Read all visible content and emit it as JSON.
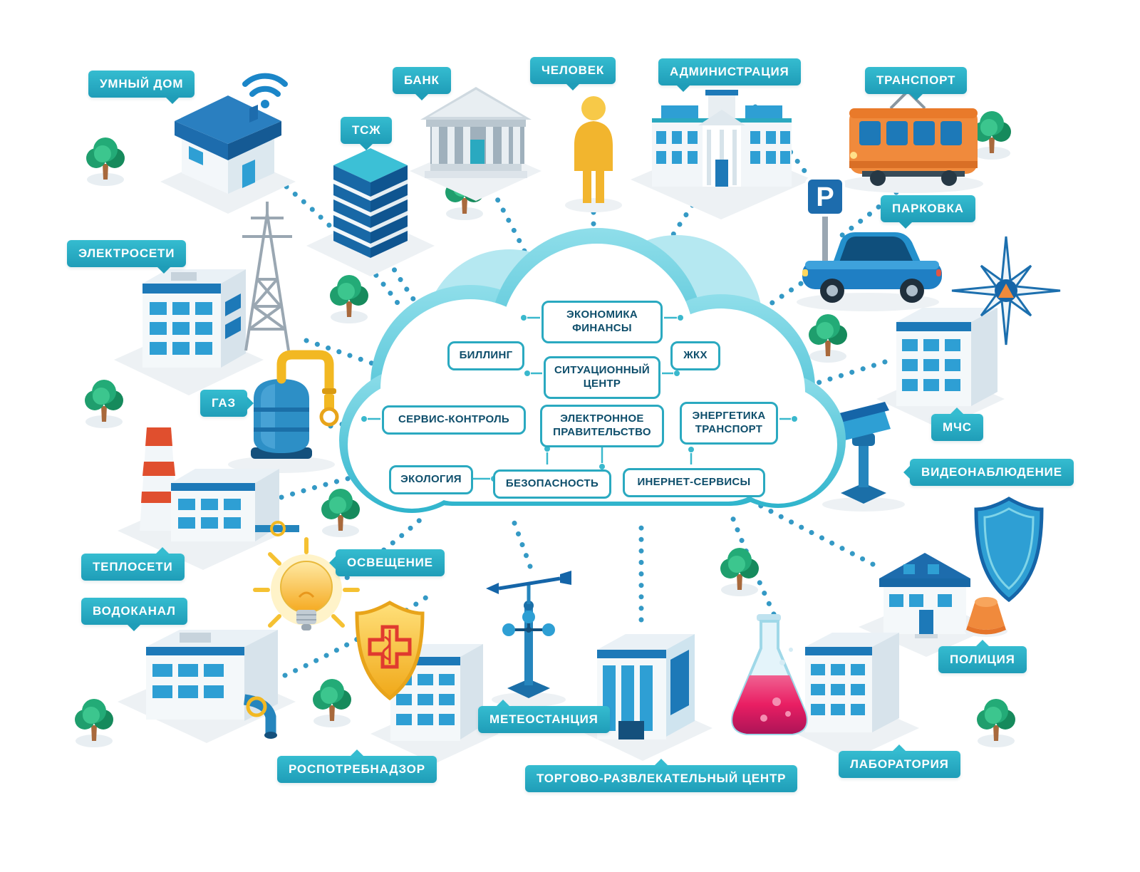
{
  "colors": {
    "accent_teal": "#2bb5c9",
    "cloud_fill": "#45c2d6",
    "node_border": "#2aa9c0",
    "node_text": "#0e4e6b",
    "dots_blue": "#1f8fbf",
    "building_blue": "#1d79b8",
    "window_blue": "#2e9fd4",
    "tram_orange": "#f08a3c",
    "person_yellow": "#f2b52e",
    "bulb_yellow": "#f5a91f",
    "shield_gold": "#ffd75e",
    "cross_red": "#e03a2f",
    "flask_pink": "#e91e63",
    "tree_green": "#23ab77"
  },
  "cloud_nodes": [
    {
      "id": "economics",
      "label": "ЭКОНОМИКА\nФИНАНСЫ"
    },
    {
      "id": "billing",
      "label": "БИЛЛИНГ"
    },
    {
      "id": "situation-center",
      "label": "СИТУАЦИОННЫЙ\nЦЕНТР"
    },
    {
      "id": "zhkh",
      "label": "ЖКХ"
    },
    {
      "id": "service-control",
      "label": "СЕРВИС-КОНТРОЛЬ"
    },
    {
      "id": "e-government",
      "label": "ЭЛЕКТРОННОЕ\nПРАВИТЕЛЬСТВО"
    },
    {
      "id": "energy-transport",
      "label": "ЭНЕРГЕТИКА\nТРАНСПОРТ"
    },
    {
      "id": "ecology",
      "label": "ЭКОЛОГИЯ"
    },
    {
      "id": "security",
      "label": "БЕЗОПАСНОСТЬ"
    },
    {
      "id": "internet-services",
      "label": "ИНЕРНЕТ-СЕРВИСЫ"
    }
  ],
  "map_labels": [
    {
      "id": "smart-home",
      "label": "УМНЫЙ ДОМ"
    },
    {
      "id": "tsj",
      "label": "ТСЖ"
    },
    {
      "id": "bank",
      "label": "БАНК"
    },
    {
      "id": "person",
      "label": "ЧЕЛОВЕК"
    },
    {
      "id": "administration",
      "label": "АДМИНИСТРАЦИЯ"
    },
    {
      "id": "transport",
      "label": "ТРАНСПОРТ"
    },
    {
      "id": "parking",
      "label": "ПАРКОВКА"
    },
    {
      "id": "electricity",
      "label": "ЭЛЕКТРОСЕТИ"
    },
    {
      "id": "gas",
      "label": "ГАЗ"
    },
    {
      "id": "mchs",
      "label": "МЧС"
    },
    {
      "id": "cctv",
      "label": "ВИДЕОНАБЛЮДЕНИЕ"
    },
    {
      "id": "heating",
      "label": "ТЕПЛОСЕТИ"
    },
    {
      "id": "lighting",
      "label": "ОСВЕЩЕНИЕ"
    },
    {
      "id": "water",
      "label": "ВОДОКАНАЛ"
    },
    {
      "id": "police",
      "label": "ПОЛИЦИЯ"
    },
    {
      "id": "rospotrebnadzor",
      "label": "РОСПОТРЕБНАДЗОР"
    },
    {
      "id": "weather-station",
      "label": "МЕТЕОСТАНЦИЯ"
    },
    {
      "id": "mall",
      "label": "ТОРГОВО-РАЗВЛЕКАТЕЛЬНЫЙ ЦЕНТР"
    },
    {
      "id": "laboratory",
      "label": "ЛАБОРАТОРИЯ"
    }
  ],
  "icons": {
    "parking_sign_letter": "P"
  }
}
